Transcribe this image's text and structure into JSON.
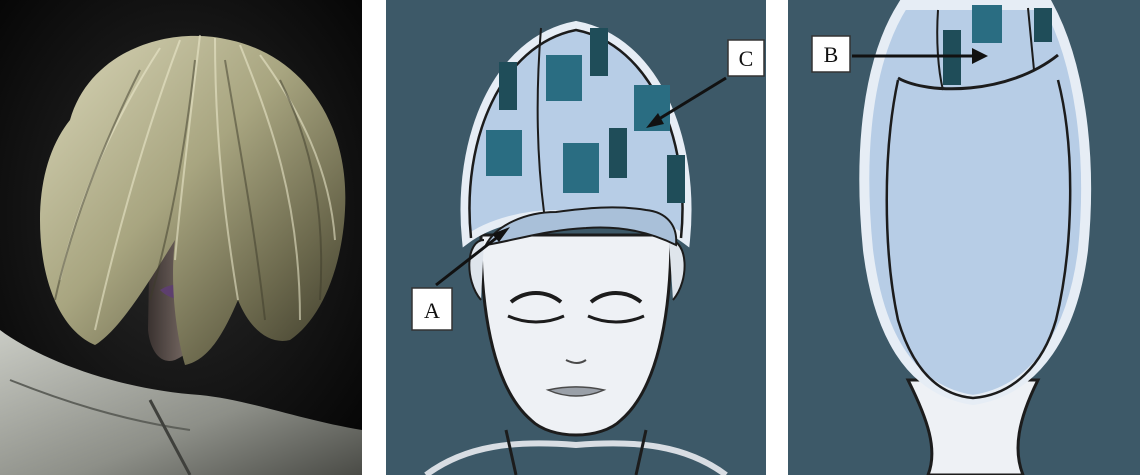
{
  "labels": {
    "a": "A",
    "b": "B",
    "c": "C"
  },
  "colors": {
    "panel_background": "#3d5968",
    "scalp_fill": "#b7cde6",
    "section_dark": "#1f4d59",
    "section_teal": "#2a6d82",
    "face_fill": "#eef1f5",
    "outline": "#1c1c1c"
  }
}
